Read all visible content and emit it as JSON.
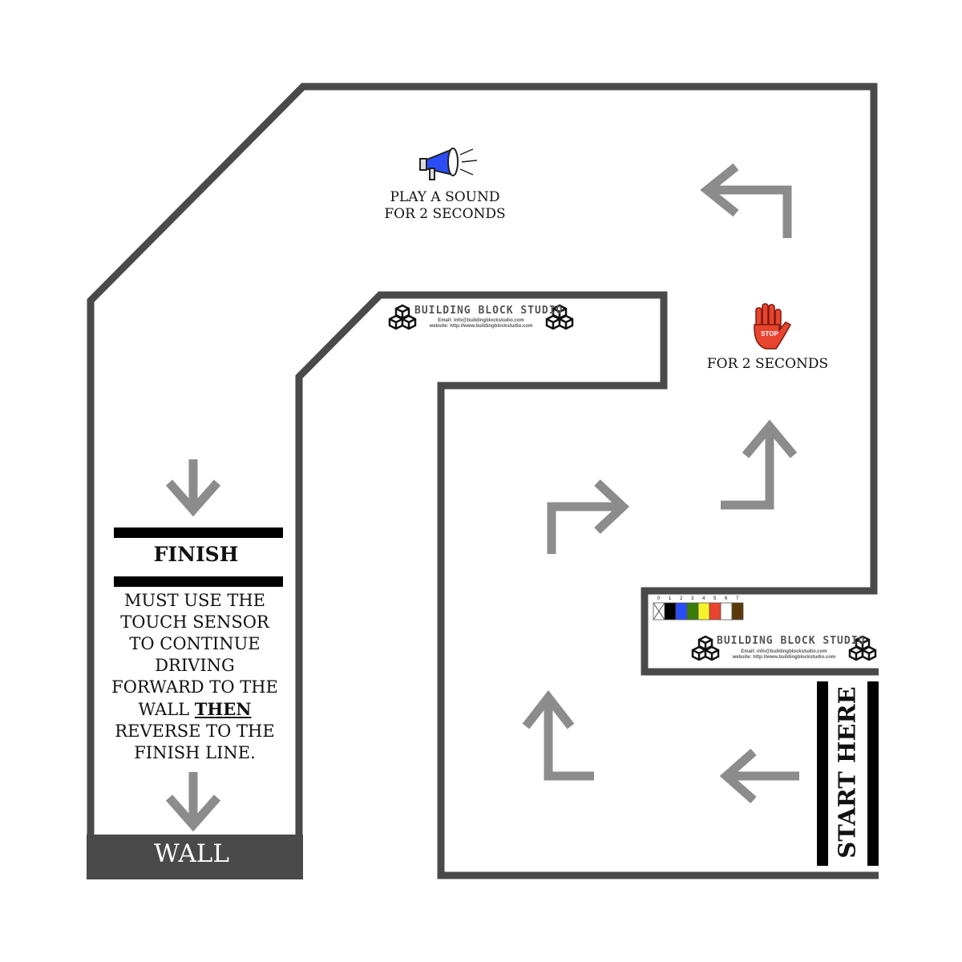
{
  "sound_label": {
    "line1": "PLAY A SOUND",
    "line2": "FOR 2 SECONDS"
  },
  "stop_label": "FOR 2 SECONDS",
  "stop_sign_text": "STOP",
  "finish": {
    "title": "FINISH",
    "instruction_before": "MUST USE THE TOUCH SENSOR TO CONTINUE DRIVING FORWARD TO THE WALL ",
    "instruction_emphasis": "THEN",
    "instruction_after": " REVERSE TO THE FINISH LINE."
  },
  "wall_label": "WALL",
  "start_label": "START HERE",
  "logo": {
    "title": "BUILDING BLOCK STUDIO",
    "email": "Email: info@buildingblockstudio.com",
    "website": "website: http://www.buildingblockstudio.com"
  },
  "color_chart": {
    "numbers": [
      "0",
      "1",
      "2",
      "3",
      "4",
      "5",
      "6",
      "7"
    ],
    "colors": [
      "none",
      "#000000",
      "#2a4df5",
      "#3a7d0a",
      "#f8f22a",
      "#e8442e",
      "#ffffff",
      "#5a3a0a"
    ]
  },
  "colors": {
    "wall": "#4a4a4a",
    "arrow": "#8c8c8c"
  }
}
